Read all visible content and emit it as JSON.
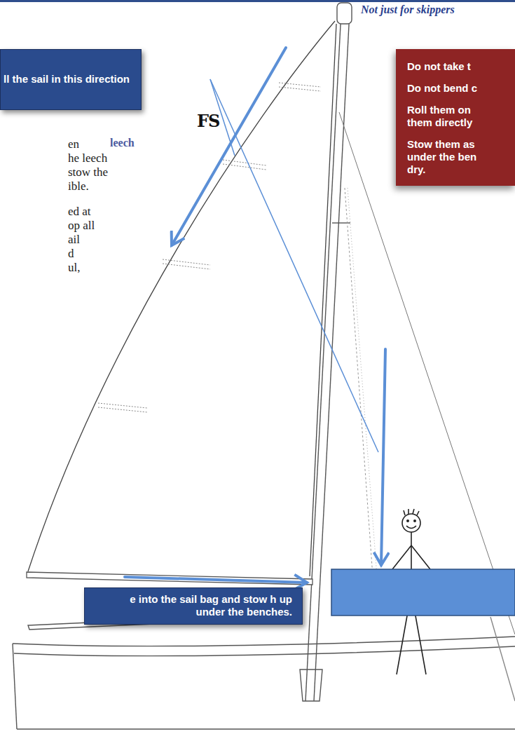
{
  "diagram": {
    "nodes": [
      {
        "text": [
          "ll the sail in this direction"
        ]
      },
      {
        "text": [
          "Do not take t",
          "Do not bend c",
          "Roll them on them directly",
          "Stow them as under the ben dry."
        ]
      },
      {
        "text": [
          "e into the sail bag and stow h up under the benches."
        ]
      }
    ],
    "labels": [
      "Not just for skippers",
      "leech",
      "FS",
      "en",
      "he leech",
      "stow the",
      "ible.",
      "ed at",
      "op all",
      "ail",
      "d",
      "ul,"
    ]
  }
}
